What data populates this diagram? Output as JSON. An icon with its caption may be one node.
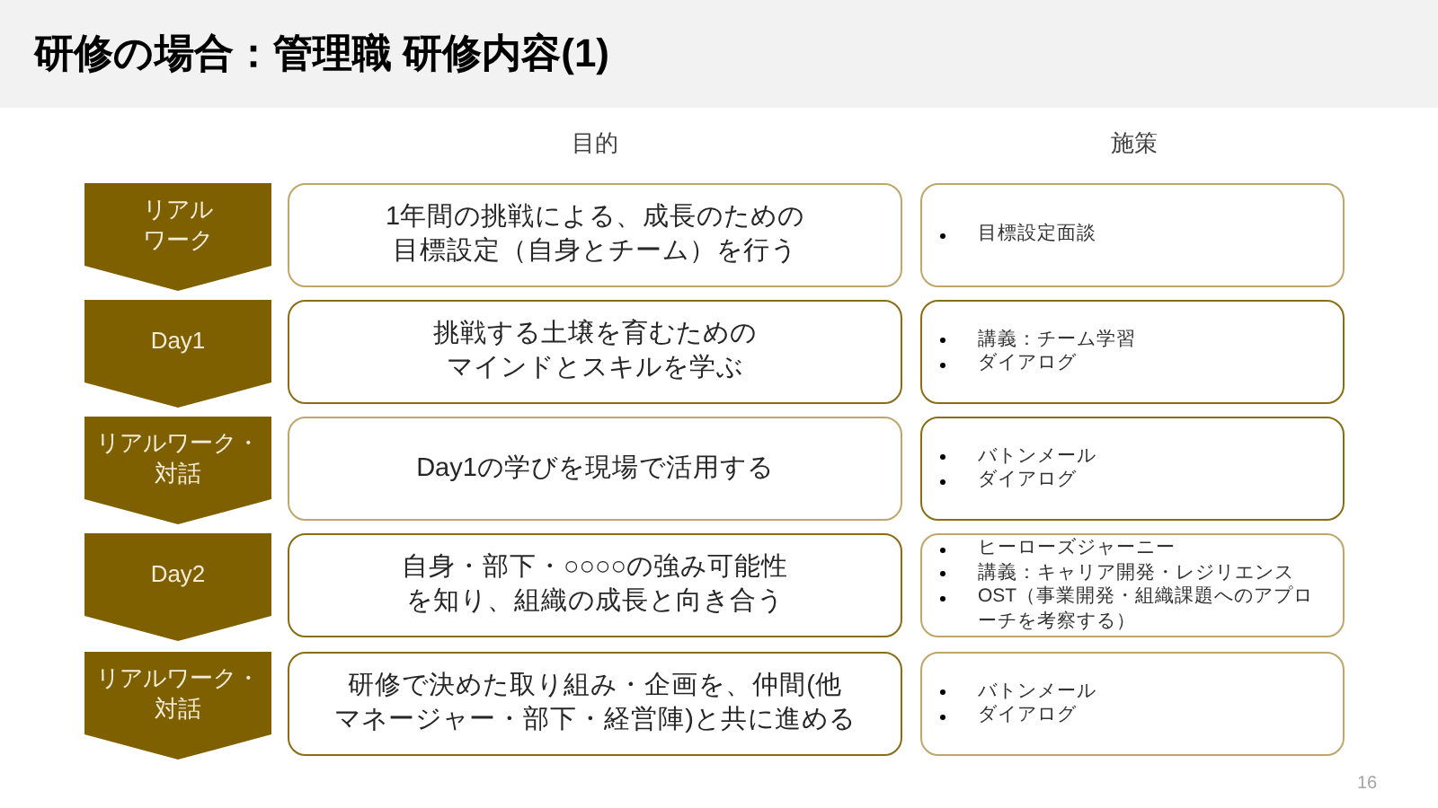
{
  "diagram": {
    "title": "研修の場合：管理職 研修内容(1)",
    "nodes": [
      {
        "text": [
          "リアルワーク"
        ]
      },
      {
        "text": [
          "1年間の挑戦による、成長のための目標設定（自身とチーム）を行う"
        ]
      },
      {
        "text": [
          "目標設定面談"
        ]
      },
      {
        "text": [
          "Day1"
        ]
      },
      {
        "text": [
          "挑戦する土壌を育むためのマインドとスキルを学ぶ"
        ]
      },
      {
        "text": [
          "講義：チーム学習",
          "ダイアログ"
        ]
      },
      {
        "text": [
          "リアルワーク・対話"
        ]
      },
      {
        "text": [
          "Day1の学びを現場で活用する"
        ]
      },
      {
        "text": [
          "バトンメール",
          "ダイアログ"
        ]
      },
      {
        "text": [
          "Day2"
        ]
      },
      {
        "text": [
          "自身・部下・○○○○の強み可能性を知り、組織の成長と向き合う"
        ]
      },
      {
        "text": [
          "ヒーローズジャーニー",
          "講義：キャリア開発・レジリエンス",
          "OST（事業開発・組織課題へのアプローチを考察する）"
        ]
      },
      {
        "text": [
          "リアルワーク・対話"
        ]
      },
      {
        "text": [
          "研修で決めた取り組み・企画を、仲間(他マネージャー・部下・経営陣)と共に進める"
        ]
      },
      {
        "text": [
          "バトンメール",
          "ダイアログ"
        ]
      }
    ],
    "labels": [
      "目的",
      "施策",
      "16"
    ]
  }
}
